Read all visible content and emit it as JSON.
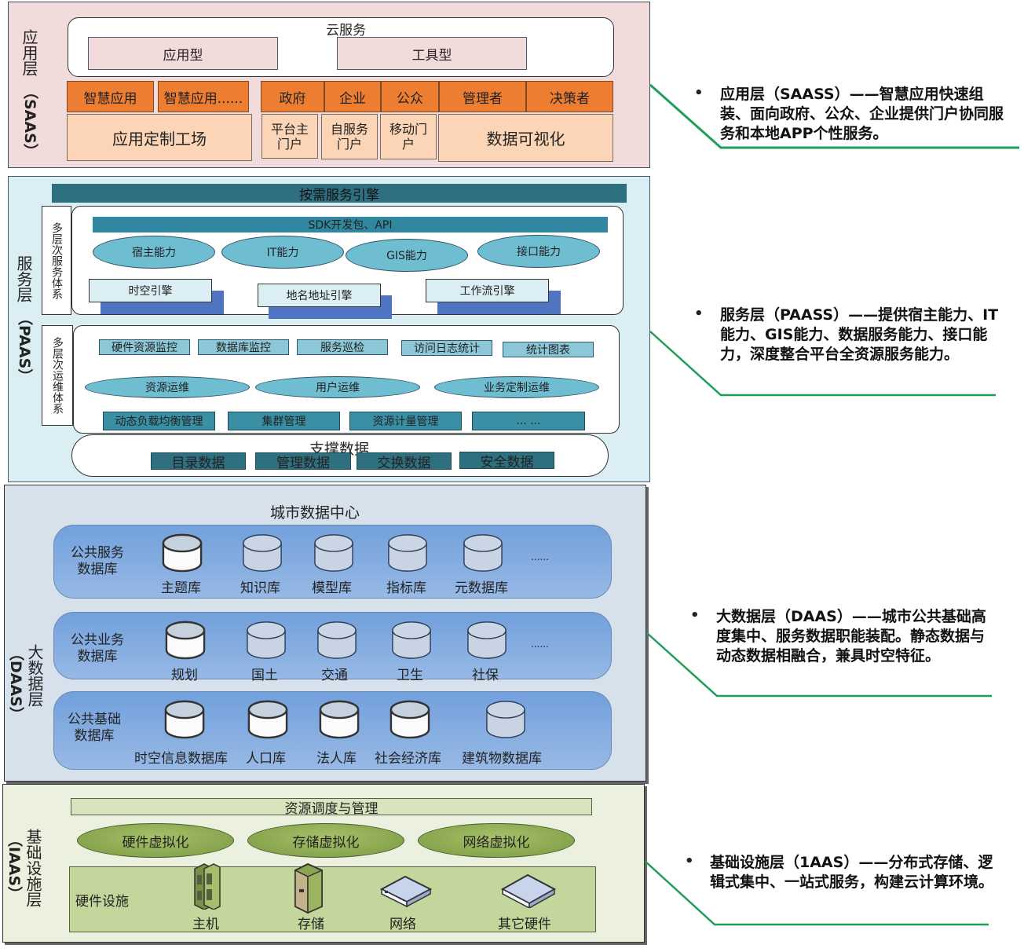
{
  "saas": {
    "side_label": "应用层",
    "side_abbr": "（SAAS）",
    "cloud_title": "云服务",
    "cloud_types": [
      "应用型",
      "工具型"
    ],
    "smart_apps": [
      "智慧应用",
      "智慧应用......"
    ],
    "factory": "应用定制工场",
    "users": [
      "政府",
      "企业",
      "公众",
      "管理者",
      "决策者"
    ],
    "portals": [
      "平台主门户",
      "自服务门户",
      "移动门户"
    ],
    "visualization": "数据可视化"
  },
  "paas": {
    "side_label": "服务层",
    "side_abbr": "（PAAS）",
    "engine_bar": "按需服务引擎",
    "service_system_label": "多层次服务体系",
    "sdk_bar": "SDK开发包、API",
    "capabilities": [
      "宿主能力",
      "IT能力",
      "GIS能力",
      "接口能力"
    ],
    "engines": [
      "时空引擎",
      "地名地址引擎",
      "工作流引擎"
    ],
    "ops_system_label": "多层次运维体系",
    "monitors": [
      "硬件资源监控",
      "数据库监控",
      "服务巡检",
      "访问日志统计",
      "统计图表"
    ],
    "ops": [
      "资源运维",
      "用户运维",
      "业务定制运维"
    ],
    "management": [
      "动态负载均衡管理",
      "集群管理",
      "资源计量管理",
      "... ..."
    ],
    "support_title": "支撑数据",
    "support_data": [
      "目录数据",
      "管理数据",
      "交换数据",
      "安全数据"
    ]
  },
  "daas": {
    "side_label": "大数据层",
    "side_abbr": "（DAAS）",
    "title": "城市数据中心",
    "groups": [
      {
        "name": "公共服务数据库",
        "items": [
          "主题库",
          "知识库",
          "模型库",
          "指标库",
          "元数据库"
        ],
        "more": "......"
      },
      {
        "name": "公共业务数据库",
        "items": [
          "规划",
          "国土",
          "交通",
          "卫生",
          "社保"
        ],
        "more": "......"
      },
      {
        "name": "公共基础数据库",
        "items": [
          "时空信息数据库",
          "人口库",
          "法人库",
          "社会经济库",
          "建筑物数据库"
        ],
        "more": ""
      }
    ]
  },
  "iaas": {
    "side_label": "基础设施层",
    "side_abbr": "（IAAS）",
    "scheduling": "资源调度与管理",
    "virtualization": [
      "硬件虚拟化",
      "存储虚拟化",
      "网络虚拟化"
    ],
    "hardware_label": "硬件设施",
    "hardware": [
      "主机",
      "存储",
      "网络",
      "其它硬件"
    ]
  },
  "annotations": [
    {
      "bullet": "•",
      "text": "应用层（SAASS）——智慧应用快速组装、面向政府、公众、企业提供门户协同服务和本地APP个性服务。"
    },
    {
      "bullet": "•",
      "text": "服务层（PAASS）——提供宿主能力、IT能力、GIS能力、数据服务能力、接口能力，深度整合平台全资源服务能力。"
    },
    {
      "bullet": "•",
      "text": "大数据层（DAAS）——城市公共基础高度集中、服务数据职能装配。静态数据与动态数据相融合，兼具时空特征。"
    },
    {
      "bullet": "•",
      "text": "基础设施层（1AAS）——分布式存储、逻辑式集中、一站式服务，构建云计算环境。"
    }
  ],
  "colors": {
    "saas_bg": "#f2dcdb",
    "orange": "#ed7d31",
    "peach": "#fbd5b5",
    "paas_bg": "#daeef3",
    "teal_dark": "#2e6f80",
    "daas_bg": "#d6e1ec",
    "iaas_bg": "#ebf1de",
    "connector_green": "#1f9e5a"
  }
}
